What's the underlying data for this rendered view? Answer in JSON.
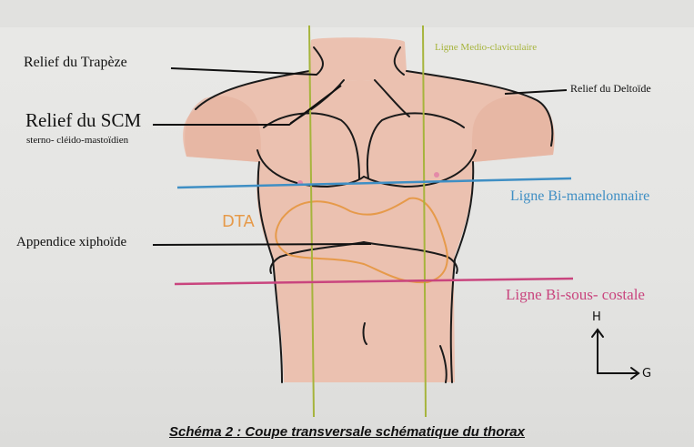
{
  "labels": {
    "trapeze": "Relief du Trapèze",
    "scm": "Relief du SCM",
    "scm_sub": "sterno- cléido-mastoïdien",
    "xiphoide": "Appendice xiphoïde",
    "deltoide": "Relief du Deltoïde",
    "medio_claviculaire": "Ligne Medio-claviculaire",
    "bi_mamelonnaire": "Ligne Bi-mamelonnaire",
    "bi_sous_costale": "Ligne Bi-sous- costale",
    "dta": "DTA",
    "axis_h": "H",
    "axis_g": "G"
  },
  "caption": "Schéma 2 : Coupe transversale schématique du thorax",
  "colors": {
    "skin": "#ebc1b0",
    "skin_shade": "#e2ab98",
    "outline": "#1a1a1a",
    "medio_claviculaire_line": "#a6b43c",
    "bi_mamelonnaire_line": "#3f8fc4",
    "bi_sous_costale_line": "#c9457e",
    "dta_outline": "#e69a4a"
  }
}
